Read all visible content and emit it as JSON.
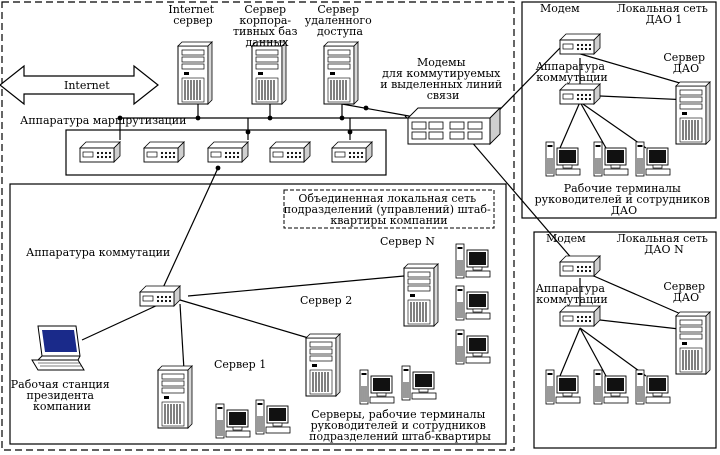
{
  "internet_label": "Internet",
  "hq": {
    "internet_server": [
      "Internet",
      "сервер"
    ],
    "corp_db_server": [
      "Сервер",
      "корпора-",
      "тивных баз",
      "данных"
    ],
    "remote_access_server": [
      "Сервер",
      "удаленного",
      "доступа"
    ],
    "routing": "Аппаратура маршрутизации",
    "modems": [
      "Модемы",
      "для коммутируемых",
      "и выделенных линий",
      "связи"
    ],
    "lan_title": [
      "Объединенная локальная сеть",
      "подразделений (управлений) штаб-",
      "квартиры компании"
    ],
    "switching": "Аппаратура коммутации",
    "server_n": "Сервер N",
    "server_2": "Сервер 2",
    "server_1": "Сервер 1",
    "president_ws": [
      "Рабочая станция",
      "президента",
      "компании"
    ],
    "hq_terminals": [
      "Серверы, рабочие терминалы",
      "руководителей и сотрудников",
      "подразделений штаб-квартиры"
    ]
  },
  "dao1": {
    "modem": "Модем",
    "lan": [
      "Локальная сеть",
      "ДАО 1"
    ],
    "switching": [
      "Аппаратура",
      "коммутации"
    ],
    "server": [
      "Сервер",
      "ДАО"
    ],
    "terminals": [
      "Рабочие терминалы",
      "руководителей и сотрудников",
      "ДАО"
    ]
  },
  "daoN": {
    "modem": "Модем",
    "lan": [
      "Локальная сеть",
      "ДАО N"
    ],
    "switching": [
      "Аппаратура",
      "коммутации"
    ],
    "server": [
      "Сервер",
      "ДАО"
    ]
  }
}
